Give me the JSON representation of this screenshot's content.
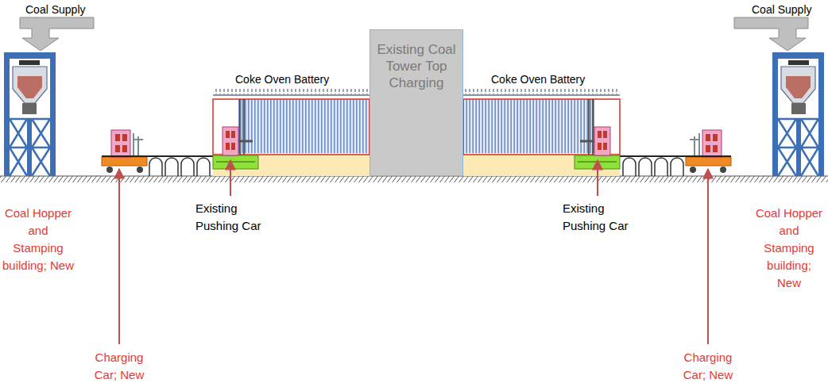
{
  "diagram": {
    "nodes": [
      {
        "text": [
          "Coke Oven Battery"
        ]
      },
      {
        "text": [
          "Existing Coal Tower Top Charging"
        ]
      },
      {
        "text": [
          "Coke Oven Battery"
        ]
      }
    ],
    "labels": [
      "Coal Supply",
      "Coal Supply",
      "Existing Pushing Car",
      "Existing Pushing Car",
      "Coal Hopper and Stamping building; New",
      "Coal Hopper and Stamping building; New",
      "Charging Car; New",
      "Charging Car; New"
    ]
  }
}
